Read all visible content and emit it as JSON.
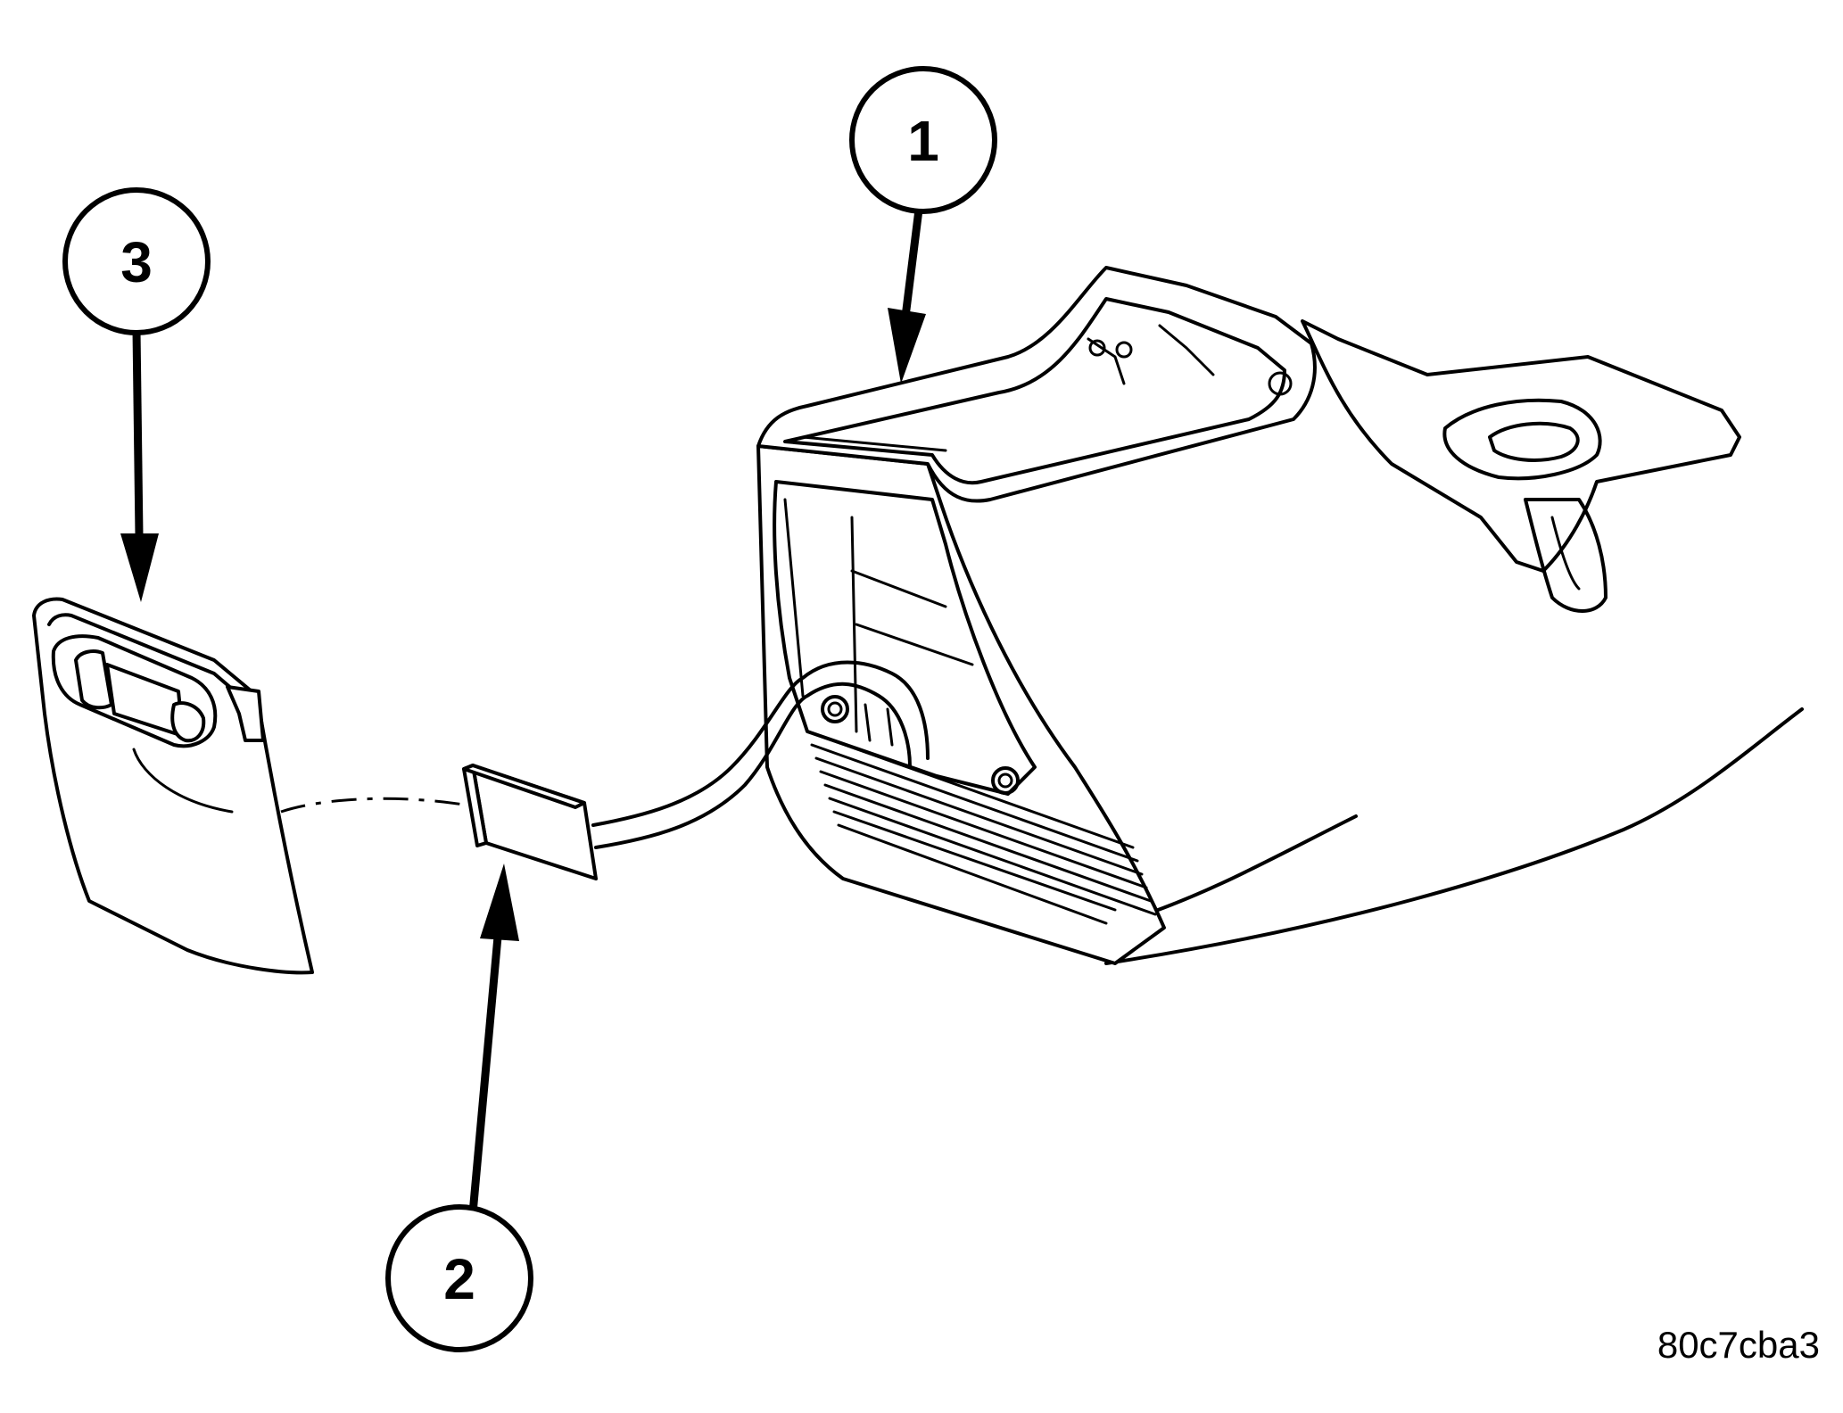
{
  "callouts": [
    {
      "id": "1",
      "label": "1"
    },
    {
      "id": "2",
      "label": "2"
    },
    {
      "id": "3",
      "label": "3"
    }
  ],
  "figure_code": "80c7cba3",
  "colors": {
    "line": "#000000",
    "background": "#ffffff"
  }
}
